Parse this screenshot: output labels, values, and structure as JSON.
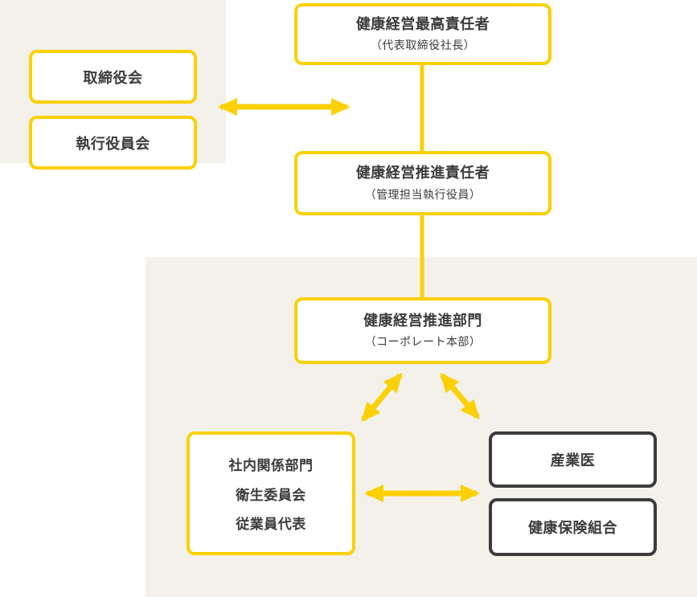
{
  "diagram": {
    "name": "health-management-promotion-structure",
    "nodes": {
      "ceo": {
        "title": "健康経営最高責任者",
        "subtitle": "（代表取締役社長）"
      },
      "board": {
        "label": "取締役会"
      },
      "executive": {
        "label": "執行役員会"
      },
      "promoter": {
        "title": "健康経営推進責任者",
        "subtitle": "（管理担当執行役員）"
      },
      "department": {
        "title": "健康経営推進部門",
        "subtitle": "（コーポレート本部）"
      },
      "internal": {
        "lines": [
          "社内関係部門",
          "衛生委員会",
          "従業員代表"
        ]
      },
      "physician": {
        "label": "産業医"
      },
      "insurance": {
        "label": "健康保険組合"
      }
    },
    "edges": [
      {
        "from": "ceo",
        "to": "promoter",
        "style": "line"
      },
      {
        "from": "promoter",
        "to": "department",
        "style": "line"
      },
      {
        "from": "board/executive",
        "to": "ceo-promoter-line",
        "style": "double-arrow"
      },
      {
        "from": "department",
        "to": "internal",
        "style": "double-arrow"
      },
      {
        "from": "department",
        "to": "physician",
        "style": "double-arrow"
      },
      {
        "from": "internal",
        "to": "physician/insurance",
        "style": "double-arrow"
      }
    ],
    "colors": {
      "accent_yellow": "#FBD005",
      "dark_border": "#3B3B3B",
      "text": "#3B3B3B",
      "panel_background": "#F3F1EA",
      "page_background": "#FFFFFF"
    }
  }
}
